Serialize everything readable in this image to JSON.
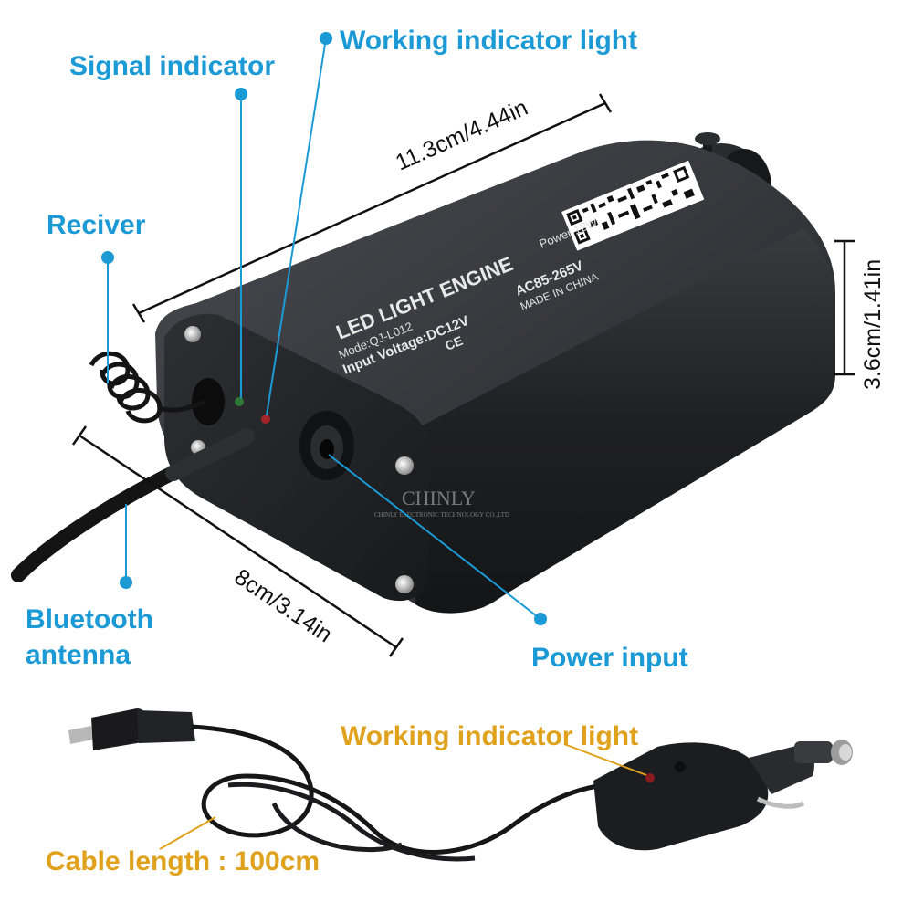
{
  "callouts": {
    "working_indicator_top": "Working indicator light",
    "signal_indicator": "Signal indicator",
    "receiver": "Reciver",
    "bluetooth_line1": "Bluetooth",
    "bluetooth_line2": "antenna",
    "power_input": "Power input",
    "working_indicator_bottom": "Working indicator light",
    "cable_length": "Cable length : 100cm"
  },
  "dimensions": {
    "length": "11.3cm/4.44in",
    "height": "3.6cm/1.41in",
    "width": "8cm/3.14in"
  },
  "device_print": {
    "title": "LED LIGHT ENGINE",
    "power": "Power:12W",
    "model": "Mode:QJ-L012",
    "input_voltage": "Input Voltage:DC12V",
    "ac_voltage": "AC85-265V",
    "made_in": "MADE IN CHINA",
    "cert": "CE"
  },
  "watermark": {
    "brand": "CHINLY",
    "company": "CHINLY ELECTRONIC TECHNOLOGY CO.,LTD"
  },
  "colors": {
    "callout_blue": "#1b9ad6",
    "callout_orange": "#e0a21c",
    "body_dark": "#1f2023"
  }
}
